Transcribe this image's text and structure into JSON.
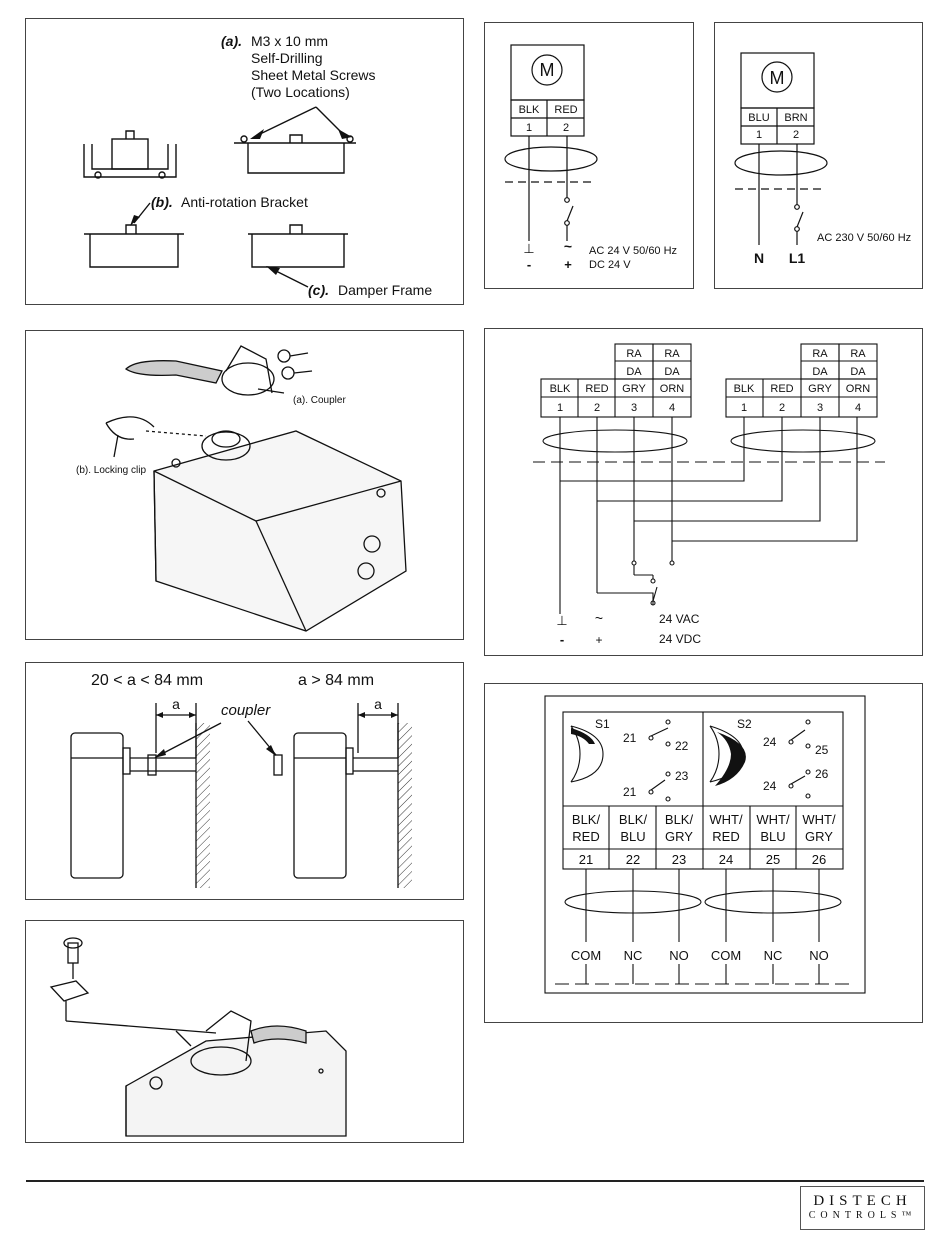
{
  "mounting": {
    "screws_tag": "(a).",
    "screws_line1": "M3 x 10 mm",
    "screws_line2": "Self-Drilling",
    "screws_line3": "Sheet Metal Screws",
    "screws_line4": "(Two Locations)",
    "bracket_tag": "(b).",
    "bracket_label": "Anti-rotation Bracket",
    "frame_tag": "(c).",
    "frame_label": "Damper Frame"
  },
  "wiring_24v": {
    "motor": "M",
    "wires": [
      "BLK",
      "RED"
    ],
    "terms": [
      "1",
      "2"
    ],
    "sym_ground": "⊥",
    "sym_ac": "~",
    "sym_minus": "-",
    "sym_plus": "+",
    "supply_ac": "AC 24 V 50/60 Hz",
    "supply_dc": "DC 24 V"
  },
  "wiring_230v": {
    "motor": "M",
    "wires": [
      "BLU",
      "BRN"
    ],
    "terms": [
      "1",
      "2"
    ],
    "n_label": "N",
    "l1_label": "L1",
    "supply": "AC 230 V 50/60 Hz"
  },
  "coupler_install": {
    "coupler_label": "(a). Coupler",
    "clip_label": "(b). Locking clip"
  },
  "parallel_wiring": {
    "ra": "RA",
    "da": "DA",
    "wires": [
      "BLK",
      "RED",
      "GRY",
      "ORN"
    ],
    "terms": [
      "1",
      "2",
      "3",
      "4"
    ],
    "sym_ground": "⊥",
    "sym_ac": "~",
    "sym_minus": "-",
    "sym_plus": "+",
    "supply_vac": "24 VAC",
    "supply_vdc": "24 VDC"
  },
  "shaft_length": {
    "range1": "20 < a < 84 mm",
    "range2": "a > 84 mm",
    "a_label": "a",
    "coupler_label": "coupler"
  },
  "aux_switch": {
    "s1": "S1",
    "s2": "S2",
    "switch_numbers": [
      "21",
      "22",
      "21",
      "23",
      "24",
      "25",
      "24",
      "26"
    ],
    "wire_top": [
      "BLK/",
      "BLK/",
      "BLK/",
      "WHT/",
      "WHT/",
      "WHT/"
    ],
    "wire_bottom": [
      "RED",
      "BLU",
      "GRY",
      "RED",
      "BLU",
      "GRY"
    ],
    "terms": [
      "21",
      "22",
      "23",
      "24",
      "25",
      "26"
    ],
    "contacts": [
      "COM",
      "NC",
      "NO",
      "COM",
      "NC",
      "NO"
    ]
  },
  "footer": {
    "logo_line1": "DISTECH",
    "logo_line2": "CONTROLS™"
  }
}
